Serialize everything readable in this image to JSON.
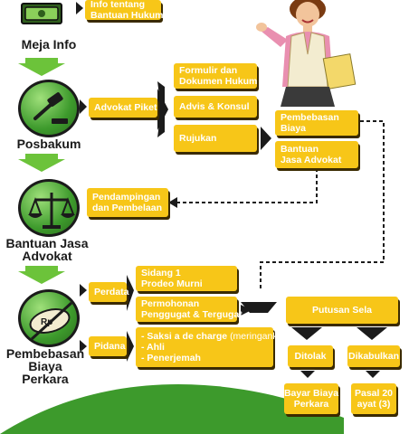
{
  "stages": {
    "meja_info": "Meja Info",
    "posbakum": "Posbakum",
    "bantuan_jasa_advokat": [
      "Bantuan Jasa",
      "Advokat"
    ],
    "pembebasan_biaya_perkara": [
      "Pembebasan",
      "Biaya",
      "Perkara"
    ]
  },
  "boxes": {
    "info": [
      "Info tentang",
      "Bantuan Hukum"
    ],
    "advokat_piket": "Advokat Piket",
    "formulir": [
      "Formulir dan",
      "Dokumen Hukum"
    ],
    "advis": "Advis & Konsul",
    "rujukan": "Rujukan",
    "pembebasan": [
      "Pembebasan",
      "Biaya"
    ],
    "bantuan_jasa": [
      "Bantuan",
      "Jasa Advokat"
    ],
    "pendampingan": [
      "Pendampingan",
      "dan Pembelaan"
    ],
    "perdata": "Perdata",
    "sidang": [
      "Sidang 1",
      "Prodeo Murni"
    ],
    "permohonan": [
      "Permohonan",
      "Penggugat & Tergugat"
    ],
    "pidana": "Pidana",
    "pidana_list": {
      "item1": "- Saksi a de charge",
      "item1_note": "(meringankan)",
      "item2": "- Ahli",
      "item3": "- Penerjemah"
    },
    "putusan_sela": "Putusan Sela",
    "ditolak": "Ditolak",
    "dikabulkan": "Dikabulkan",
    "bayar": [
      "Bayar Biaya",
      "Perkara"
    ],
    "pasal": [
      "Pasal 20",
      "ayat (3)"
    ]
  },
  "icons": {
    "coin_label": "Rp"
  },
  "colors": {
    "box": "#f7c618",
    "arrow_green": "#6cc33a",
    "circle_green": "#3d9a2c",
    "dark_arrow": "#1b1b1b"
  }
}
